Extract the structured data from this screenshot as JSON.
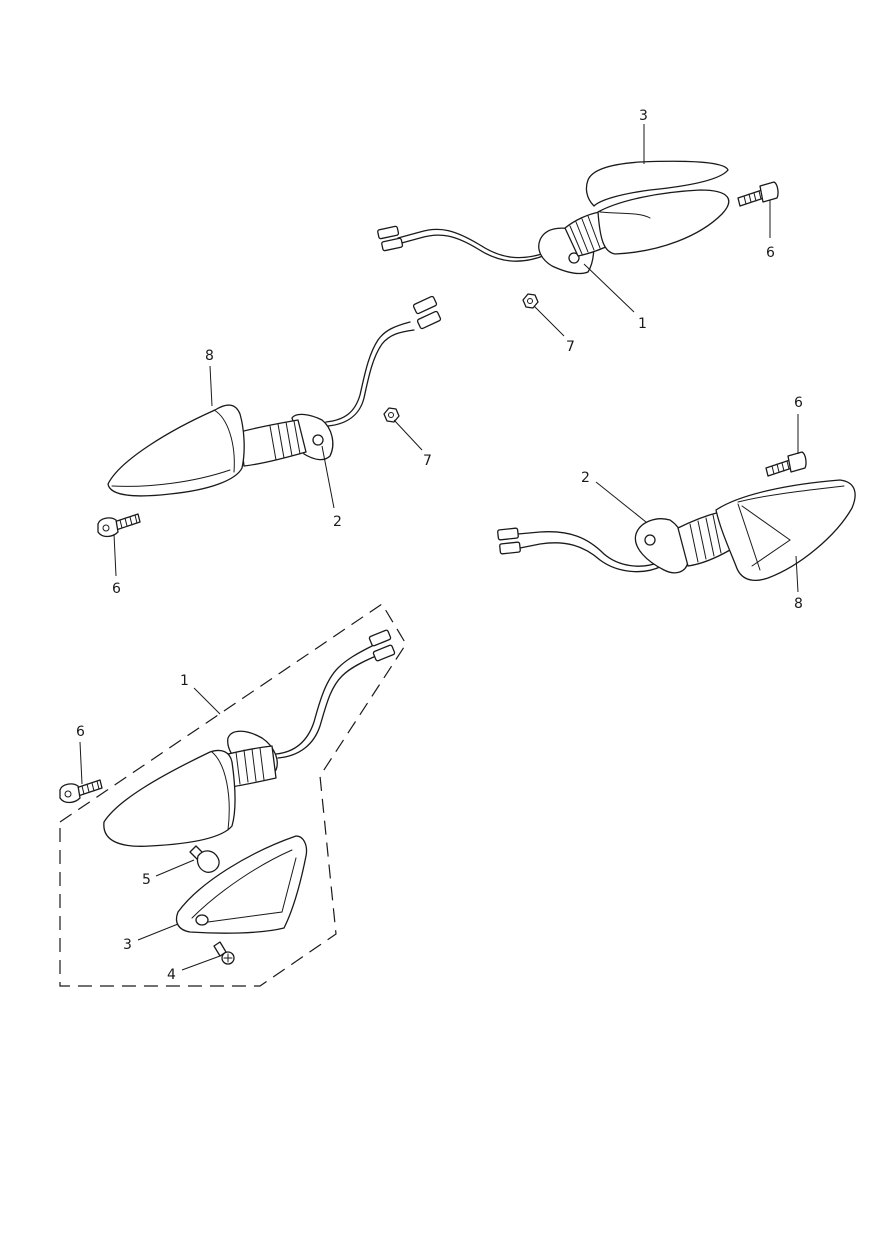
{
  "diagram": {
    "colors": {
      "line": "#1a1a1a",
      "background": "#ffffff"
    },
    "callouts": {
      "c1": "3",
      "c2": "6",
      "c3": "1",
      "c4": "7",
      "c5": "8",
      "c6": "7",
      "c7": "2",
      "c8": "6",
      "c9": "6",
      "c10": "2",
      "c11": "8",
      "c12": "1",
      "c13": "6",
      "c14": "5",
      "c15": "3",
      "c16": "4"
    }
  }
}
